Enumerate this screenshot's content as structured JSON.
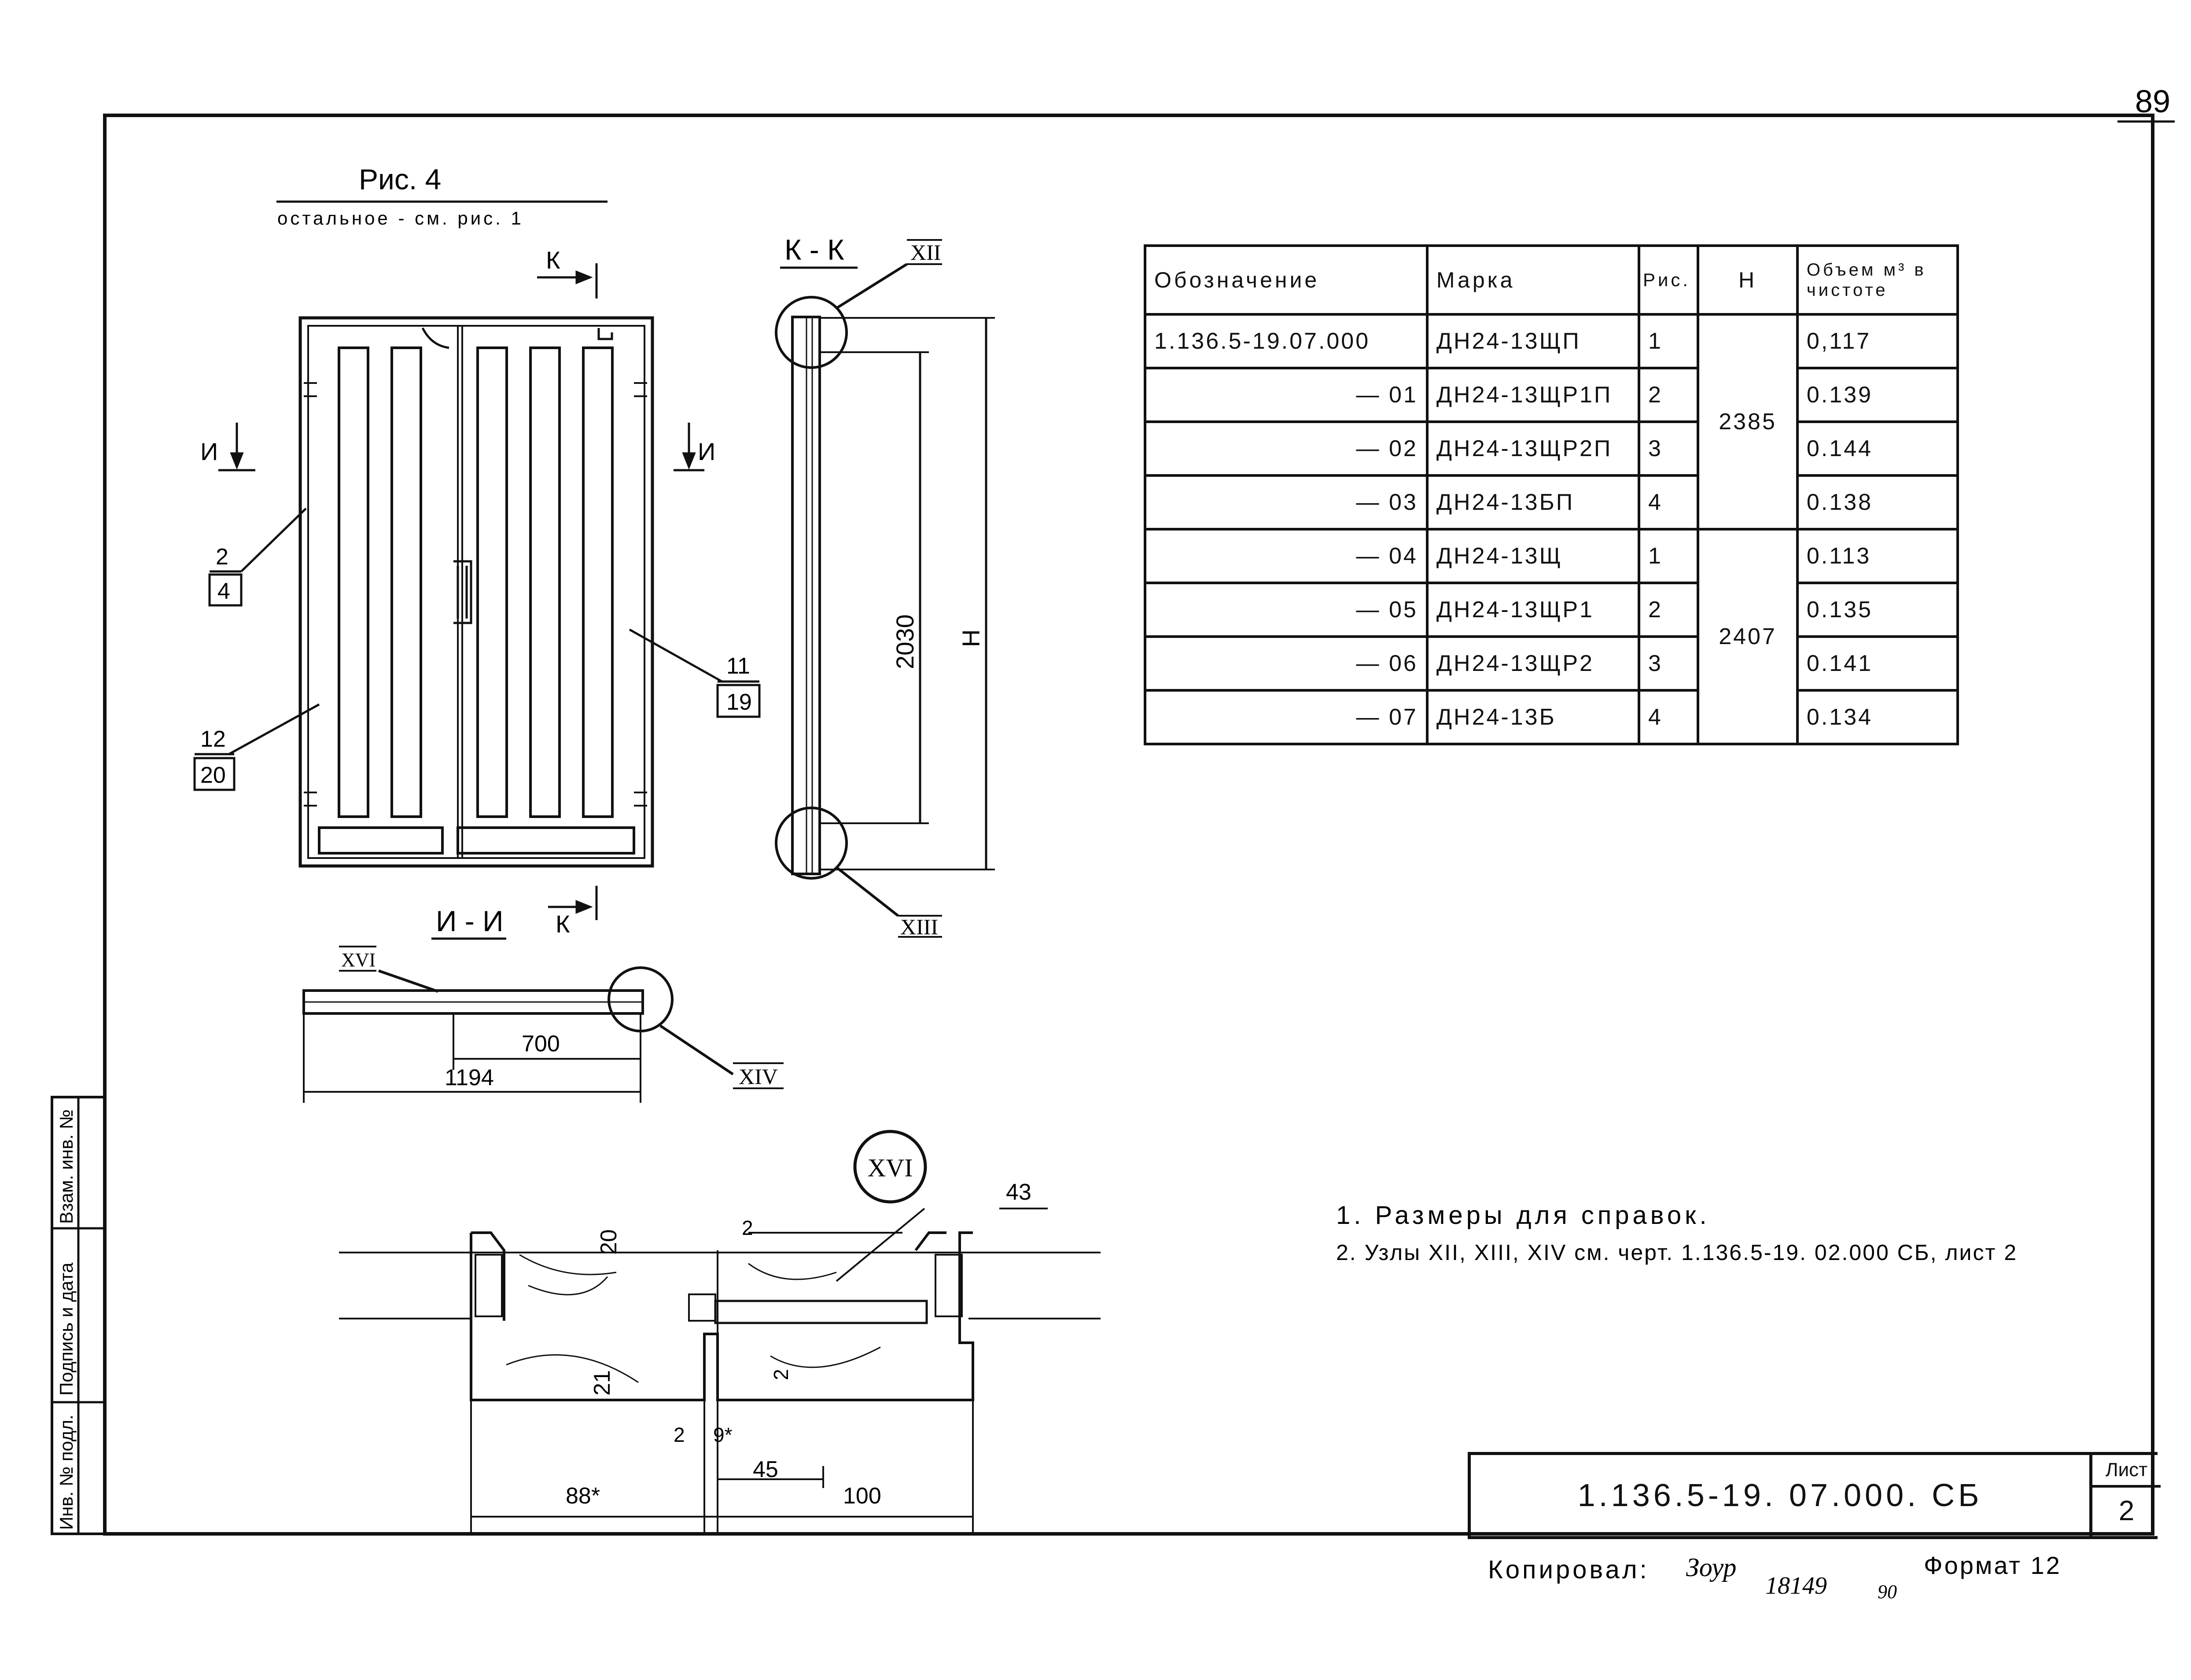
{
  "page_number": "89",
  "figure_title": "Рис. 4",
  "figure_subtitle": "остальное - см. рис. 1",
  "sections": {
    "kk": "К - К",
    "ii": "И - И",
    "marker_k_top": "К",
    "marker_k_bottom": "К",
    "marker_i_left": "И",
    "marker_i_right": "И"
  },
  "callouts": {
    "c2_top": "2",
    "c2_bottom": "4",
    "c11_top": "11",
    "c11_bottom": "19",
    "c12_top": "12",
    "c12_bottom": "20",
    "node_xii": "XII",
    "node_xiii": "XIII",
    "node_xiv": "XIV",
    "node_xvi": "XVI",
    "node_xvi_big": "XVI"
  },
  "dimensions": {
    "d2030": "2030",
    "dH": "H",
    "d700": "700",
    "d1194": "1194",
    "d43": "43",
    "d2a": "2",
    "d20": "20",
    "d21": "21",
    "d2b": "2",
    "d2c": "2",
    "d9": "9*",
    "d45": "45",
    "d88": "88*",
    "d100": "100"
  },
  "table": {
    "headers": [
      "Обозначение",
      "Марка",
      "Рис.",
      "Н",
      "Объем м³ в чистоте"
    ],
    "rows": [
      {
        "designation": "1.136.5-19.07.000",
        "mark": "ДН24-13ЩП",
        "fig": "1",
        "vol": "0,117"
      },
      {
        "designation": "— 01",
        "mark": "ДН24-13ЩР1П",
        "fig": "2",
        "vol": "0.139"
      },
      {
        "designation": "— 02",
        "mark": "ДН24-13ЩР2П",
        "fig": "3",
        "vol": "0.144"
      },
      {
        "designation": "— 03",
        "mark": "ДН24-13БП",
        "fig": "4",
        "vol": "0.138"
      },
      {
        "designation": "— 04",
        "mark": "ДН24-13Щ",
        "fig": "1",
        "vol": "0.113"
      },
      {
        "designation": "— 05",
        "mark": "ДН24-13ЩР1",
        "fig": "2",
        "vol": "0.135"
      },
      {
        "designation": "— 06",
        "mark": "ДН24-13ЩР2",
        "fig": "3",
        "vol": "0.141"
      },
      {
        "designation": "— 07",
        "mark": "ДН24-13Б",
        "fig": "4",
        "vol": "0.134"
      }
    ],
    "h_group1": "2385",
    "h_group2": "2407"
  },
  "notes": {
    "n1": "1. Размеры для справок.",
    "n2": "2. Узлы XII, XIII, XIV см. черт. 1.136.5-19. 02.000 СБ, лист 2"
  },
  "stamp": {
    "code": "1.136.5-19. 07.000. СБ",
    "sheet_label": "Лист",
    "sheet_number": "2"
  },
  "side_strip": {
    "inv_podl": "Инв. № подл.",
    "sign_date": "Подпись и дата",
    "vzam": "Взам. инв. №"
  },
  "footer": {
    "copied_label": "Копировал:",
    "copied_sign": "Зоур",
    "copied_num": "18149",
    "copied_num2": "90",
    "format": "Формат 12"
  }
}
